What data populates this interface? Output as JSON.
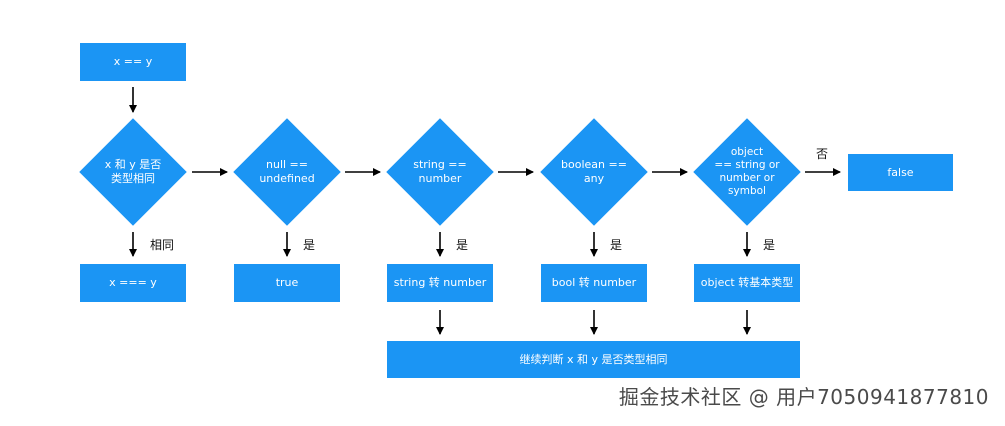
{
  "start": "x == y",
  "decisions": {
    "same_type": "x 和 y 是否\n类型相同",
    "null_undefined": "null ==\nundefined",
    "string_number": "string ==\nnumber",
    "boolean_any": "boolean ==\nany",
    "object_primitive": "object\n== string or\nnumber or\nsymbol"
  },
  "results": {
    "strict_equal": "x === y",
    "true_result": "true",
    "string_to_number": "string 转 number",
    "bool_to_number": "bool 转 number",
    "object_to_primitive": "object 转基本类型",
    "false_result": "false",
    "continue": "继续判断 x 和 y 是否类型相同"
  },
  "edge_labels": {
    "same": "相同",
    "yes": "是",
    "no": "否"
  },
  "watermark": "掘金技术社区 @ 用户7050941877810",
  "colors": {
    "box": "#1b95f4",
    "text": "#ffffff",
    "arrow": "#000000"
  }
}
